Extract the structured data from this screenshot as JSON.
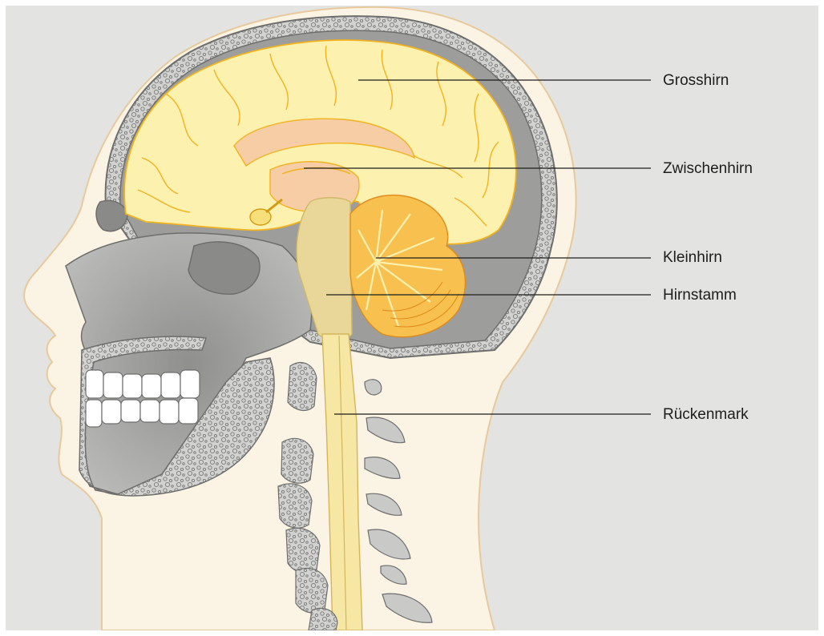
{
  "labels": {
    "grosshirn": "Grosshirn",
    "zwischenhirn": "Zwischenhirn",
    "kleinhirn": "Kleinhirn",
    "hirnstamm": "Hirnstamm",
    "rueckenmark": "Rückenmark"
  },
  "colors": {
    "background": "#e3e3e2",
    "skin": "#fbf3e4",
    "skin_outline": "#e8c99b",
    "bone": "#c9c9c8",
    "bone_dark": "#a8a8a7",
    "bone_outline": "#6e6e6d",
    "brain": "#fdf1b0",
    "brain_outline": "#f2b21e",
    "diencephalon": "#f6cda4",
    "brainstem": "#e9d79a",
    "cerebellum": "#f7c04f",
    "spinal_cord": "#f7e7a4",
    "label_line": "#1d1d1b"
  },
  "icons": [
    "brain-illustration"
  ]
}
